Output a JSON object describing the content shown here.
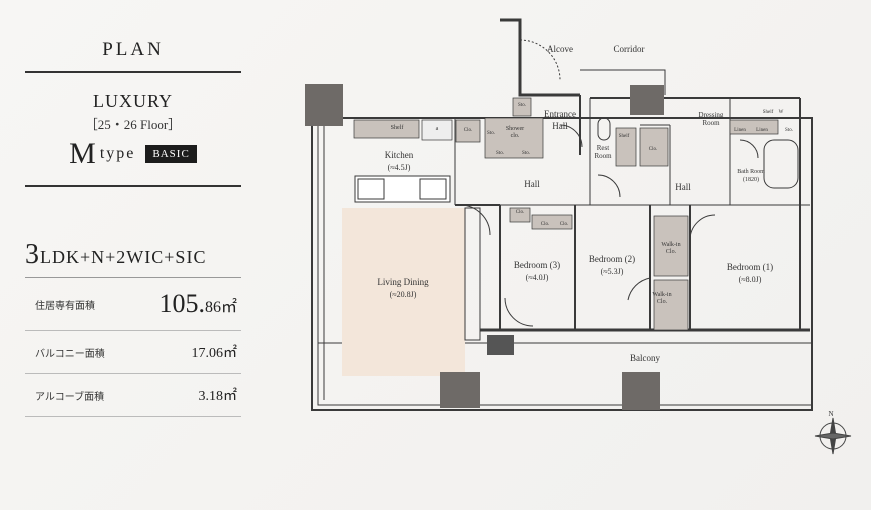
{
  "panel": {
    "plan_label": "PLAN",
    "series": "LUXURY",
    "floors": "［25・26 Floor］",
    "type_letter": "M",
    "type_word": "type",
    "badge": "BASIC",
    "layout_big": "3",
    "layout_rest": "LDK+N+2WIC+SIC",
    "areas": [
      {
        "label": "住居専有面積",
        "value": "105.",
        "value_small": "86㎡"
      },
      {
        "label": "バルコニー面積",
        "value": "17.06㎡"
      },
      {
        "label": "アルコーブ面積",
        "value": "3.18㎡"
      }
    ]
  },
  "floorplan": {
    "rooms": {
      "alcove": "Alcove",
      "corridor": "Corridor",
      "entrance": "Entrance",
      "entrance2": "Hall",
      "kitchen": "Kitchen",
      "kitchen_size": "(≈4.5J)",
      "hall_left": "Hall",
      "hall_right": "Hall",
      "living": "Living Dining",
      "living_size": "(≈20.8J)",
      "bed3": "Bedroom (3)",
      "bed3_size": "(≈4.0J)",
      "bed2": "Bedroom (2)",
      "bed2_size": "(≈5.3J)",
      "bed1": "Bedroom (1)",
      "bed1_size": "(≈8.0J)",
      "dressing": "Dressing",
      "dressing2": "Room",
      "rest": "Rest",
      "rest2": "Room",
      "bath": "Bath Room",
      "bath_size": "(1820)",
      "balcony": "Balcony",
      "wic_a": "Walk-in",
      "wic_a2": "Clo.",
      "wic_b": "Walk-in",
      "wic_b2": "Clo.",
      "shower": "Shower",
      "shower2": "clo.",
      "shelf_k": "Shelf",
      "shelf_d": "Shelf",
      "shelf_b": "Shelf",
      "linen_a": "Linen",
      "linen_b": "Linen",
      "w_mark": "W",
      "a_mark": "a",
      "clo_1": "Clo.",
      "clo_2": "Clo.",
      "clo_3": "Clo.",
      "clo_4": "Clo.",
      "clo_5": "Clo.",
      "sto_1": "Sto.",
      "sto_2": "Sto.",
      "sto_3": "Sto.",
      "sto_4": "Sto.",
      "sto_5": "Sto.",
      "compass_n": "N"
    }
  },
  "colors": {
    "living_fill": "#f3e6da",
    "storage_fill": "#c9c2bc",
    "column_fill": "#6e6a67",
    "wall": "#3a3a3a"
  }
}
